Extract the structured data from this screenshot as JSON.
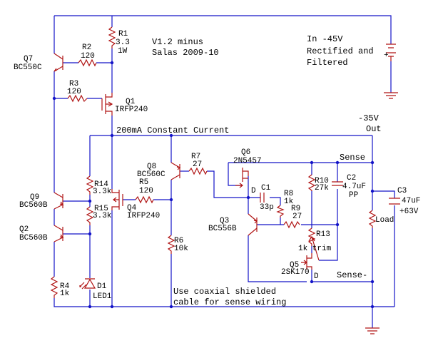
{
  "notes": {
    "version": "V1.2 minus",
    "author": "Salas 2009-10",
    "input_1": "In -45V",
    "input_2": "Rectified and",
    "input_3": "Filtered",
    "ccs": "200mA Constant Current",
    "out_1": "-35V",
    "out_2": "Out",
    "sense_plus": "Sense",
    "sense_minus": "Sense-",
    "coax_1": "Use coaxial shielded",
    "coax_2": "cable for sense wiring",
    "plus63": "+63V",
    "load": "Load",
    "plus_sign": "+"
  },
  "components": {
    "R1": {
      "ref": "R1",
      "v1": "3.3",
      "v2": "1W"
    },
    "R2": {
      "ref": "R2",
      "v": "120"
    },
    "R3": {
      "ref": "R3",
      "v": "120"
    },
    "R4": {
      "ref": "R4",
      "v": "1k"
    },
    "R5": {
      "ref": "R5",
      "v": "120"
    },
    "R6": {
      "ref": "R6",
      "v": "10k"
    },
    "R7": {
      "ref": "R7",
      "v": "27"
    },
    "R8": {
      "ref": "R8",
      "v": "1k"
    },
    "R9": {
      "ref": "R9",
      "v": "27"
    },
    "R10": {
      "ref": "R10",
      "v": "27k"
    },
    "R13": {
      "ref": "R13",
      "v": "1k trim"
    },
    "R14": {
      "ref": "R14",
      "v": "3.3k"
    },
    "R15": {
      "ref": "R15",
      "v": "3.3k"
    },
    "C1": {
      "ref": "C1",
      "v": "33p"
    },
    "C2": {
      "ref": "C2",
      "v1": "4.7uF",
      "v2": "PP"
    },
    "C3": {
      "ref": "C3",
      "v": "47uF"
    },
    "Q1": {
      "ref": "Q1",
      "v": "IRFP240"
    },
    "Q2": {
      "ref": "Q2",
      "v": "BC560B"
    },
    "Q3": {
      "ref": "Q3",
      "v": "BC556B"
    },
    "Q4": {
      "ref": "Q4",
      "v": "IRFP240"
    },
    "Q5": {
      "ref": "Q5",
      "v": "2SK170"
    },
    "Q6": {
      "ref": "Q6",
      "v": "2N5457"
    },
    "Q7": {
      "ref": "Q7",
      "v": "BC550C"
    },
    "Q8": {
      "ref": "Q8",
      "v": "BC560C"
    },
    "Q9": {
      "ref": "Q9",
      "v": "BC560B"
    },
    "D1": {
      "ref": "D1",
      "v": "LED1"
    },
    "pins": {
      "d": "D"
    }
  },
  "colors": {
    "wire": "#1414c8",
    "component": "#b01414",
    "text": "#000000",
    "background": "#ffffff"
  }
}
